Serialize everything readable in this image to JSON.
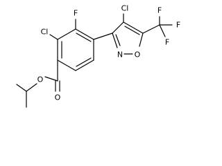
{
  "molecule": {
    "atom_labels": {
      "cl_left": "Cl",
      "f_top": "F",
      "cl_isoxazole": "Cl",
      "f_cf3_a": "F",
      "f_cf3_b": "F",
      "f_cf3_c": "F",
      "n_ring": "N",
      "o_ring": "O",
      "o_carbonyl": "O",
      "o_ester": "O"
    }
  }
}
